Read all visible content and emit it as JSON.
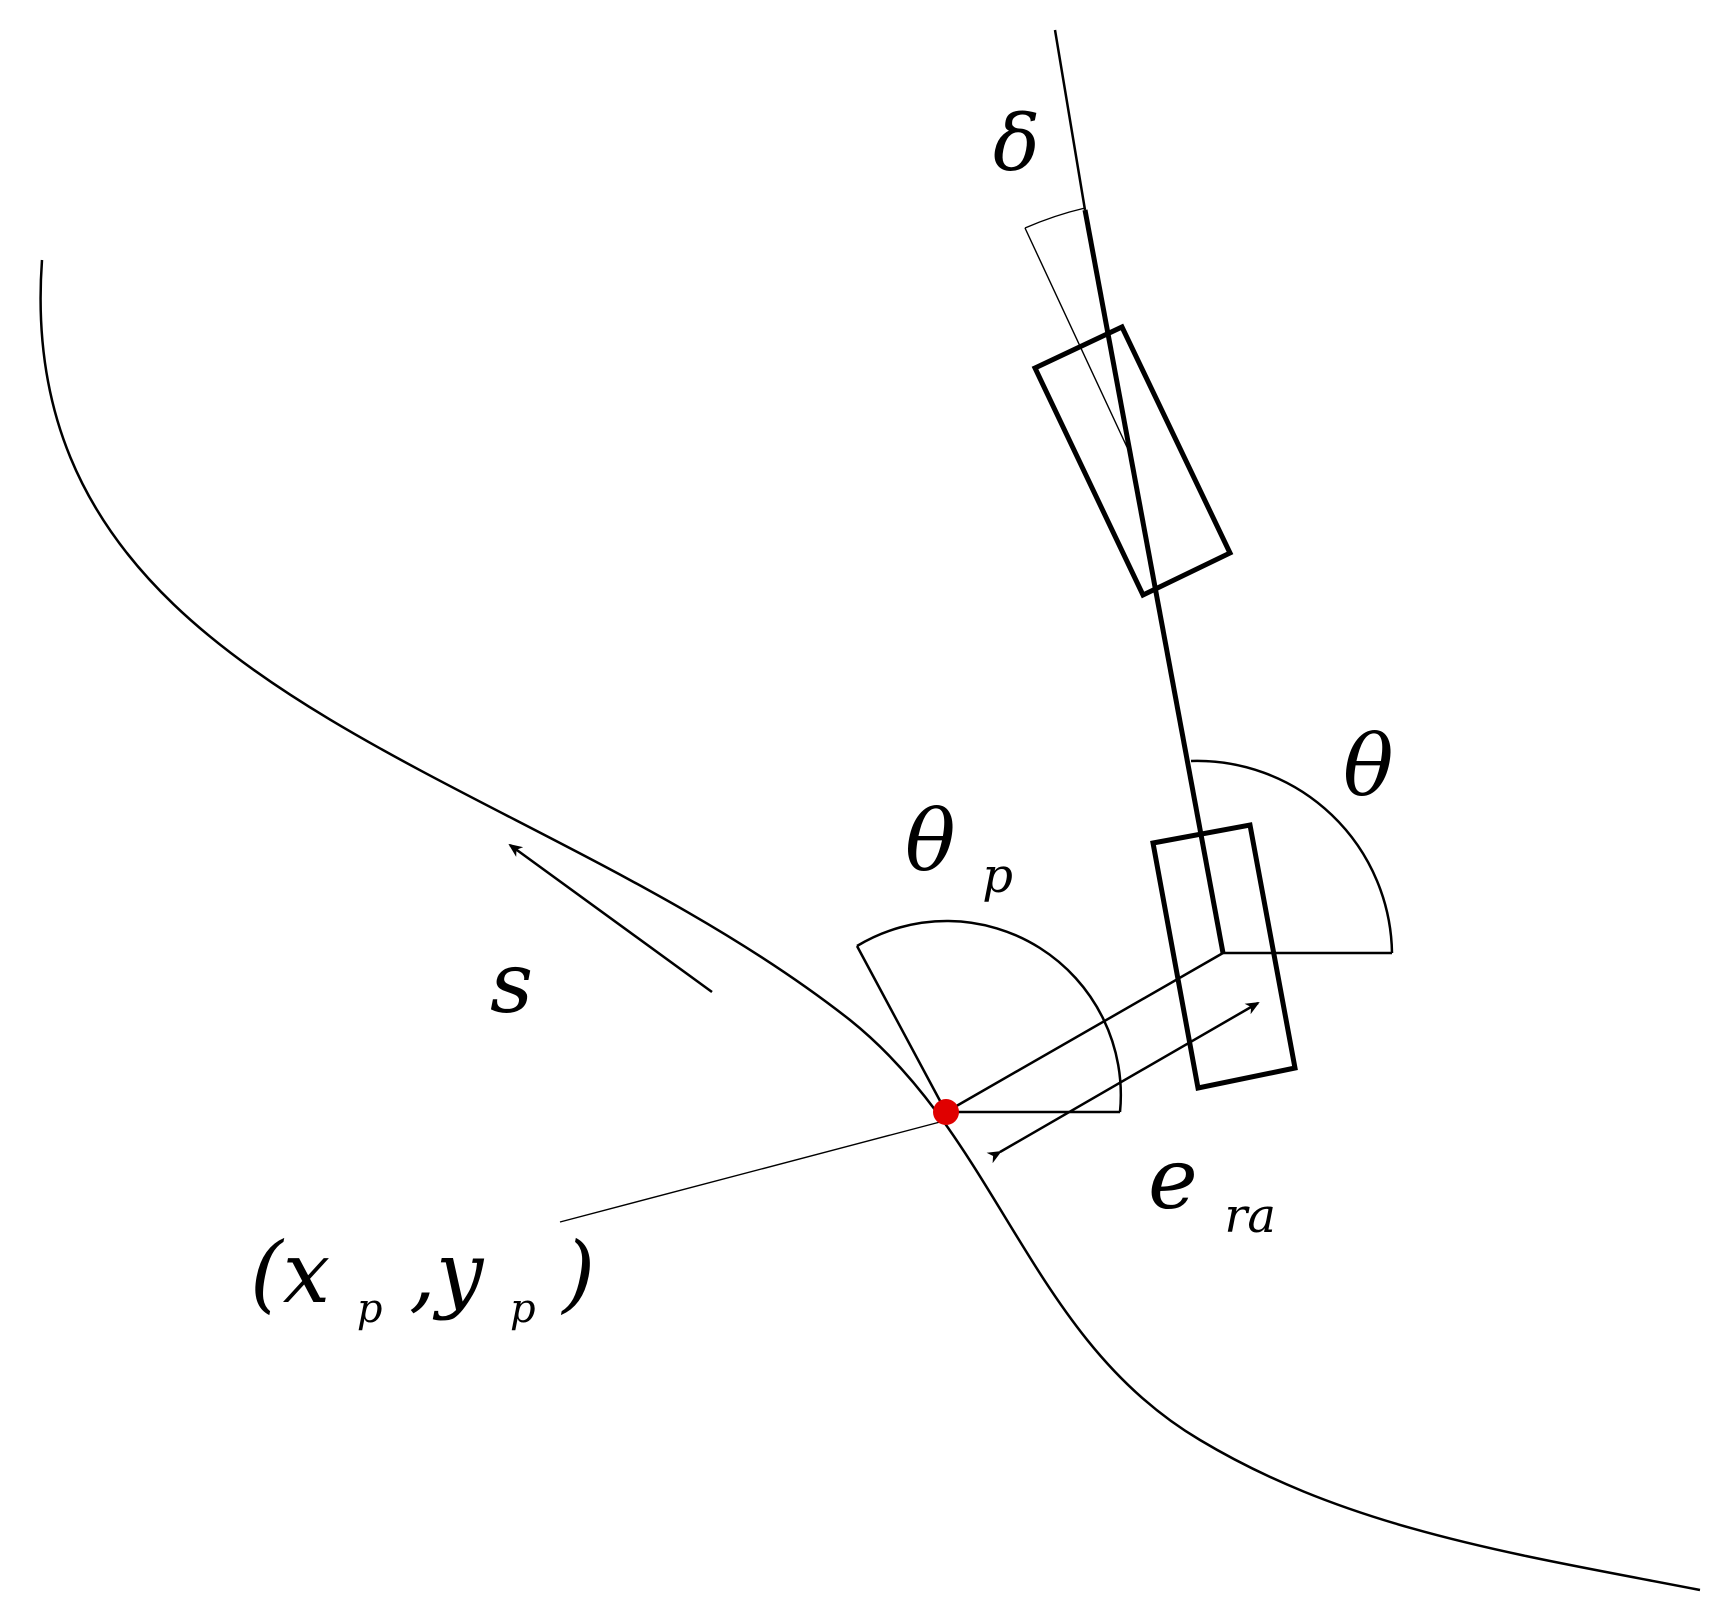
{
  "labels": {
    "delta": "δ",
    "theta": "θ",
    "theta_p_base": "θ",
    "theta_p_sub": "p",
    "s": "s",
    "e_base": "e",
    "e_sub": "ra",
    "point_open": "(x",
    "point_sub1": "p",
    "point_mid": ",y",
    "point_sub2": "p",
    "point_close": ")"
  },
  "colors": {
    "stroke": "#000000",
    "point": "#e00000"
  }
}
